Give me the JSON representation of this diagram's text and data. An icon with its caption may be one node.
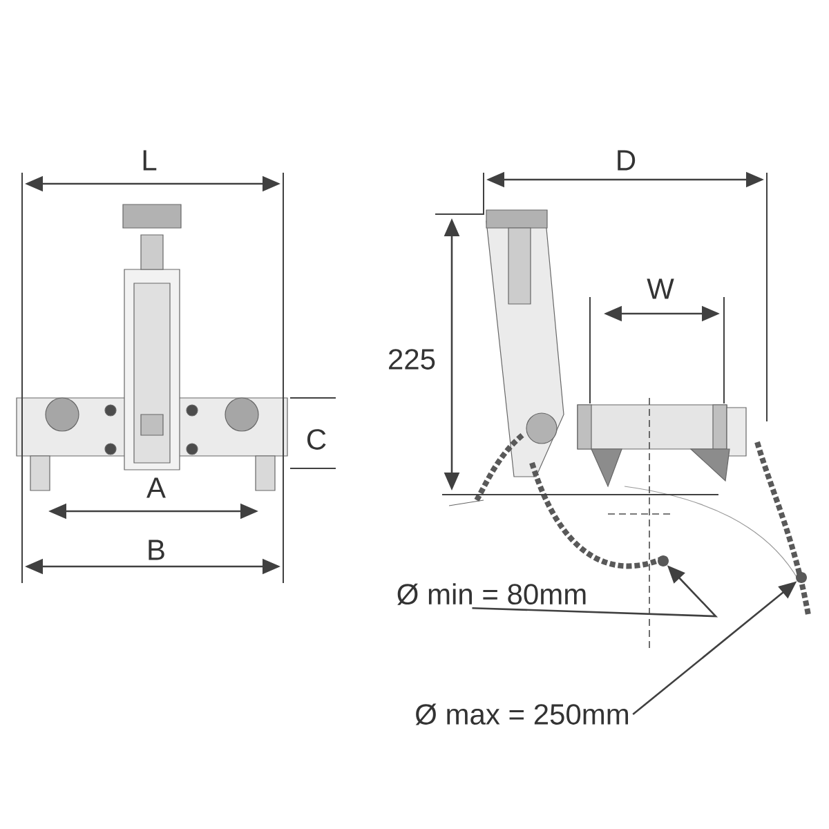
{
  "diagram": {
    "nodes": [
      {
        "text": [
          "Ø min = 80mm"
        ]
      },
      {
        "text": [
          "Ø max = 250mm"
        ]
      },
      {
        "text": [],
        "shape": "circle"
      },
      {
        "text": [],
        "shape": "circle"
      }
    ],
    "edges": [
      {
        "from": 0,
        "to": 2,
        "arrow": "to"
      },
      {
        "from": 1,
        "to": 3,
        "arrow": "to"
      }
    ],
    "labels": [
      "L",
      "D",
      "W",
      "225",
      "C",
      "A",
      "B"
    ]
  }
}
